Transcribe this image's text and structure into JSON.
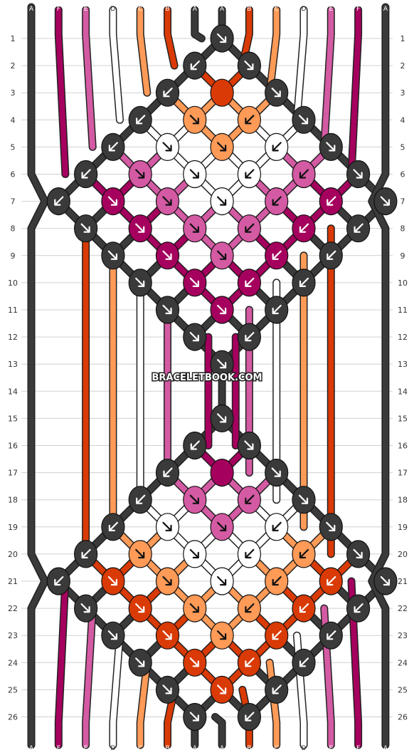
{
  "colors": {
    "A": "#3a3a3a",
    "F": "#a5005e",
    "E": "#d35aa3",
    "D": "#ffffff",
    "C": "#ff9a57",
    "B": "#d93a06"
  },
  "string_letters": [
    "A",
    "F",
    "E",
    "D",
    "C",
    "B",
    "A",
    "A",
    "B",
    "C",
    "D",
    "E",
    "F",
    "A"
  ],
  "row_numbers": [
    "1",
    "2",
    "3",
    "4",
    "5",
    "6",
    "7",
    "8",
    "9",
    "10",
    "11",
    "12",
    "13",
    "14",
    "15",
    "16",
    "17",
    "18",
    "19",
    "20",
    "21",
    "22",
    "23",
    "24",
    "25",
    "26"
  ],
  "watermark": "BRACELETBOOK.COM",
  "knots": [
    {
      "row": 1,
      "col": 7,
      "color": "A",
      "dir": "se"
    },
    {
      "row": 2,
      "col": 6,
      "color": "A",
      "dir": "sw"
    },
    {
      "row": 2,
      "col": 8,
      "color": "A",
      "dir": "se"
    },
    {
      "row": 3,
      "col": 5,
      "color": "A",
      "dir": "sw"
    },
    {
      "row": 3,
      "col": 7,
      "color": "B",
      "dir": ""
    },
    {
      "row": 3,
      "col": 9,
      "color": "A",
      "dir": "se"
    },
    {
      "row": 4,
      "col": 4,
      "color": "A",
      "dir": "sw"
    },
    {
      "row": 4,
      "col": 6,
      "color": "C",
      "dir": "se"
    },
    {
      "row": 4,
      "col": 8,
      "color": "C",
      "dir": "sw"
    },
    {
      "row": 4,
      "col": 10,
      "color": "A",
      "dir": "se"
    },
    {
      "row": 5,
      "col": 3,
      "color": "A",
      "dir": "sw"
    },
    {
      "row": 5,
      "col": 5,
      "color": "D",
      "dir": "se"
    },
    {
      "row": 5,
      "col": 7,
      "color": "C",
      "dir": "se"
    },
    {
      "row": 5,
      "col": 9,
      "color": "D",
      "dir": "sw"
    },
    {
      "row": 5,
      "col": 11,
      "color": "A",
      "dir": "se"
    },
    {
      "row": 6,
      "col": 2,
      "color": "A",
      "dir": "sw"
    },
    {
      "row": 6,
      "col": 4,
      "color": "E",
      "dir": "se"
    },
    {
      "row": 6,
      "col": 6,
      "color": "D",
      "dir": "se"
    },
    {
      "row": 6,
      "col": 8,
      "color": "D",
      "dir": "sw"
    },
    {
      "row": 6,
      "col": 10,
      "color": "E",
      "dir": "sw"
    },
    {
      "row": 6,
      "col": 12,
      "color": "A",
      "dir": "se"
    },
    {
      "row": 7,
      "col": 1,
      "color": "A",
      "dir": "sw"
    },
    {
      "row": 7,
      "col": 3,
      "color": "F",
      "dir": "se"
    },
    {
      "row": 7,
      "col": 5,
      "color": "E",
      "dir": "se"
    },
    {
      "row": 7,
      "col": 7,
      "color": "D",
      "dir": "se"
    },
    {
      "row": 7,
      "col": 9,
      "color": "E",
      "dir": "sw"
    },
    {
      "row": 7,
      "col": 11,
      "color": "F",
      "dir": "sw"
    },
    {
      "row": 7,
      "col": 13,
      "color": "A",
      "dir": "se"
    },
    {
      "row": 8,
      "col": 2,
      "color": "A",
      "dir": "se"
    },
    {
      "row": 8,
      "col": 4,
      "color": "F",
      "dir": "se"
    },
    {
      "row": 8,
      "col": 6,
      "color": "E",
      "dir": "se"
    },
    {
      "row": 8,
      "col": 8,
      "color": "E",
      "dir": "sw"
    },
    {
      "row": 8,
      "col": 10,
      "color": "F",
      "dir": "sw"
    },
    {
      "row": 8,
      "col": 12,
      "color": "A",
      "dir": "sw"
    },
    {
      "row": 9,
      "col": 3,
      "color": "A",
      "dir": "se"
    },
    {
      "row": 9,
      "col": 5,
      "color": "F",
      "dir": "se"
    },
    {
      "row": 9,
      "col": 7,
      "color": "E",
      "dir": "se"
    },
    {
      "row": 9,
      "col": 9,
      "color": "F",
      "dir": "sw"
    },
    {
      "row": 9,
      "col": 11,
      "color": "A",
      "dir": "sw"
    },
    {
      "row": 10,
      "col": 4,
      "color": "A",
      "dir": "se"
    },
    {
      "row": 10,
      "col": 6,
      "color": "F",
      "dir": "se"
    },
    {
      "row": 10,
      "col": 8,
      "color": "F",
      "dir": "sw"
    },
    {
      "row": 10,
      "col": 10,
      "color": "A",
      "dir": "sw"
    },
    {
      "row": 11,
      "col": 5,
      "color": "A",
      "dir": "se"
    },
    {
      "row": 11,
      "col": 7,
      "color": "F",
      "dir": "se"
    },
    {
      "row": 11,
      "col": 9,
      "color": "A",
      "dir": "sw"
    },
    {
      "row": 12,
      "col": 6,
      "color": "A",
      "dir": "se"
    },
    {
      "row": 12,
      "col": 8,
      "color": "A",
      "dir": "sw"
    },
    {
      "row": 13,
      "col": 7,
      "color": "A",
      "dir": "se"
    },
    {
      "row": 15,
      "col": 7,
      "color": "A",
      "dir": "se"
    },
    {
      "row": 16,
      "col": 6,
      "color": "A",
      "dir": "sw"
    },
    {
      "row": 16,
      "col": 8,
      "color": "A",
      "dir": "se"
    },
    {
      "row": 17,
      "col": 5,
      "color": "A",
      "dir": "sw"
    },
    {
      "row": 17,
      "col": 7,
      "color": "F",
      "dir": ""
    },
    {
      "row": 17,
      "col": 9,
      "color": "A",
      "dir": "se"
    },
    {
      "row": 18,
      "col": 4,
      "color": "A",
      "dir": "sw"
    },
    {
      "row": 18,
      "col": 6,
      "color": "E",
      "dir": "se"
    },
    {
      "row": 18,
      "col": 8,
      "color": "E",
      "dir": "sw"
    },
    {
      "row": 18,
      "col": 10,
      "color": "A",
      "dir": "se"
    },
    {
      "row": 19,
      "col": 3,
      "color": "A",
      "dir": "sw"
    },
    {
      "row": 19,
      "col": 5,
      "color": "D",
      "dir": "se"
    },
    {
      "row": 19,
      "col": 7,
      "color": "E",
      "dir": "se"
    },
    {
      "row": 19,
      "col": 9,
      "color": "D",
      "dir": "sw"
    },
    {
      "row": 19,
      "col": 11,
      "color": "A",
      "dir": "se"
    },
    {
      "row": 20,
      "col": 2,
      "color": "A",
      "dir": "sw"
    },
    {
      "row": 20,
      "col": 4,
      "color": "C",
      "dir": "se"
    },
    {
      "row": 20,
      "col": 6,
      "color": "D",
      "dir": "se"
    },
    {
      "row": 20,
      "col": 8,
      "color": "D",
      "dir": "sw"
    },
    {
      "row": 20,
      "col": 10,
      "color": "C",
      "dir": "sw"
    },
    {
      "row": 20,
      "col": 12,
      "color": "A",
      "dir": "se"
    },
    {
      "row": 21,
      "col": 1,
      "color": "A",
      "dir": "sw"
    },
    {
      "row": 21,
      "col": 3,
      "color": "B",
      "dir": "se"
    },
    {
      "row": 21,
      "col": 5,
      "color": "C",
      "dir": "se"
    },
    {
      "row": 21,
      "col": 7,
      "color": "D",
      "dir": "se"
    },
    {
      "row": 21,
      "col": 9,
      "color": "C",
      "dir": "sw"
    },
    {
      "row": 21,
      "col": 11,
      "color": "B",
      "dir": "sw"
    },
    {
      "row": 21,
      "col": 13,
      "color": "A",
      "dir": "se"
    },
    {
      "row": 22,
      "col": 2,
      "color": "A",
      "dir": "se"
    },
    {
      "row": 22,
      "col": 4,
      "color": "B",
      "dir": "se"
    },
    {
      "row": 22,
      "col": 6,
      "color": "C",
      "dir": "se"
    },
    {
      "row": 22,
      "col": 8,
      "color": "C",
      "dir": "sw"
    },
    {
      "row": 22,
      "col": 10,
      "color": "B",
      "dir": "sw"
    },
    {
      "row": 22,
      "col": 12,
      "color": "A",
      "dir": "sw"
    },
    {
      "row": 23,
      "col": 3,
      "color": "A",
      "dir": "se"
    },
    {
      "row": 23,
      "col": 5,
      "color": "B",
      "dir": "se"
    },
    {
      "row": 23,
      "col": 7,
      "color": "C",
      "dir": "se"
    },
    {
      "row": 23,
      "col": 9,
      "color": "B",
      "dir": "sw"
    },
    {
      "row": 23,
      "col": 11,
      "color": "A",
      "dir": "sw"
    },
    {
      "row": 24,
      "col": 4,
      "color": "A",
      "dir": "se"
    },
    {
      "row": 24,
      "col": 6,
      "color": "B",
      "dir": "se"
    },
    {
      "row": 24,
      "col": 8,
      "color": "B",
      "dir": "sw"
    },
    {
      "row": 24,
      "col": 10,
      "color": "A",
      "dir": "sw"
    },
    {
      "row": 25,
      "col": 5,
      "color": "A",
      "dir": "se"
    },
    {
      "row": 25,
      "col": 7,
      "color": "B",
      "dir": "se"
    },
    {
      "row": 25,
      "col": 9,
      "color": "A",
      "dir": "sw"
    },
    {
      "row": 26,
      "col": 6,
      "color": "A",
      "dir": "se"
    },
    {
      "row": 26,
      "col": 8,
      "color": "A",
      "dir": "sw"
    }
  ]
}
